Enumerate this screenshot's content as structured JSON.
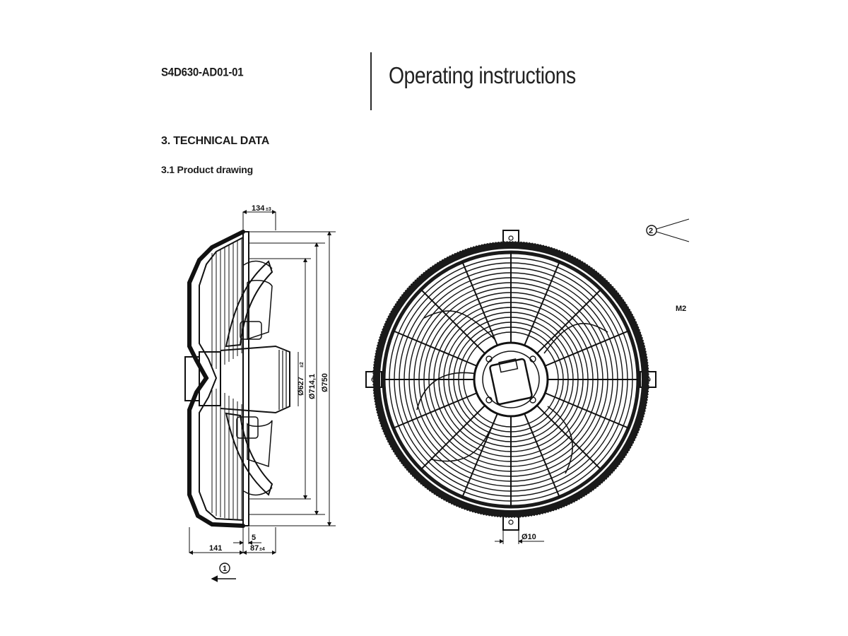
{
  "header": {
    "model": "S4D630-AD01-01",
    "title": "Operating instructions"
  },
  "section": {
    "heading": "3. TECHNICAL DATA",
    "subheading": "3.1 Product drawing"
  },
  "drawing": {
    "dim_top_width_main": "134",
    "dim_top_width_tol": "±3",
    "dim_inner_diameter_main": "Ø627",
    "dim_inner_diameter_tol": "±2",
    "dim_mid_diameter": "Ø714,1",
    "dim_outer_diameter": "Ø750",
    "dim_gap": "5",
    "dim_bottom_left": "141",
    "dim_bottom_right_main": "87",
    "dim_bottom_right_tol": "±4",
    "dim_hole": "Ø10",
    "callout_airflow": "1",
    "callout_side": "2",
    "label_cut": "M2"
  }
}
